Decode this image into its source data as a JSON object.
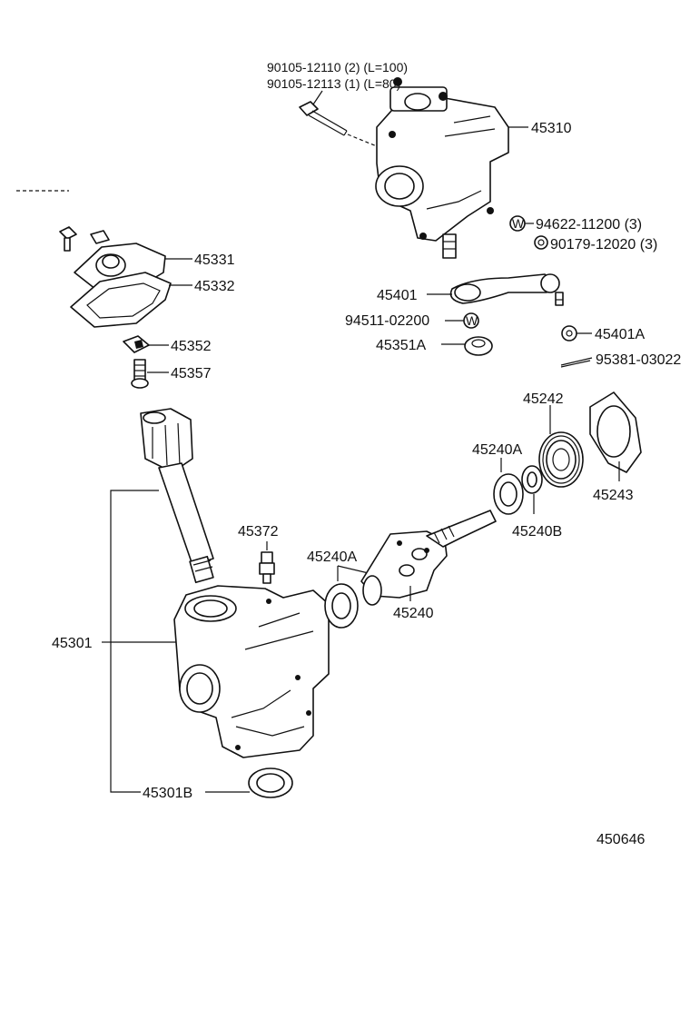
{
  "diagram_id": "450646",
  "bolts": {
    "line1": "90105-12110 (2) (L=100)",
    "line2": "90105-12113 (1) (L=80)"
  },
  "labels": {
    "p45310": "45310",
    "p94622": "94622-11200 (3)",
    "p90179": "90179-12020 (3)",
    "p45331": "45331",
    "p45332": "45332",
    "p45401": "45401",
    "p94511": "94511-02200",
    "p45401A": "45401A",
    "p45351A": "45351A",
    "p95381": "95381-03022",
    "p45352": "45352",
    "p45357": "45357",
    "p45242": "45242",
    "p45240A_r": "45240A",
    "p45243": "45243",
    "p45372": "45372",
    "p45240B": "45240B",
    "p45240A_l": "45240A",
    "p45240": "45240",
    "p45301": "45301",
    "p45301B": "45301B"
  }
}
